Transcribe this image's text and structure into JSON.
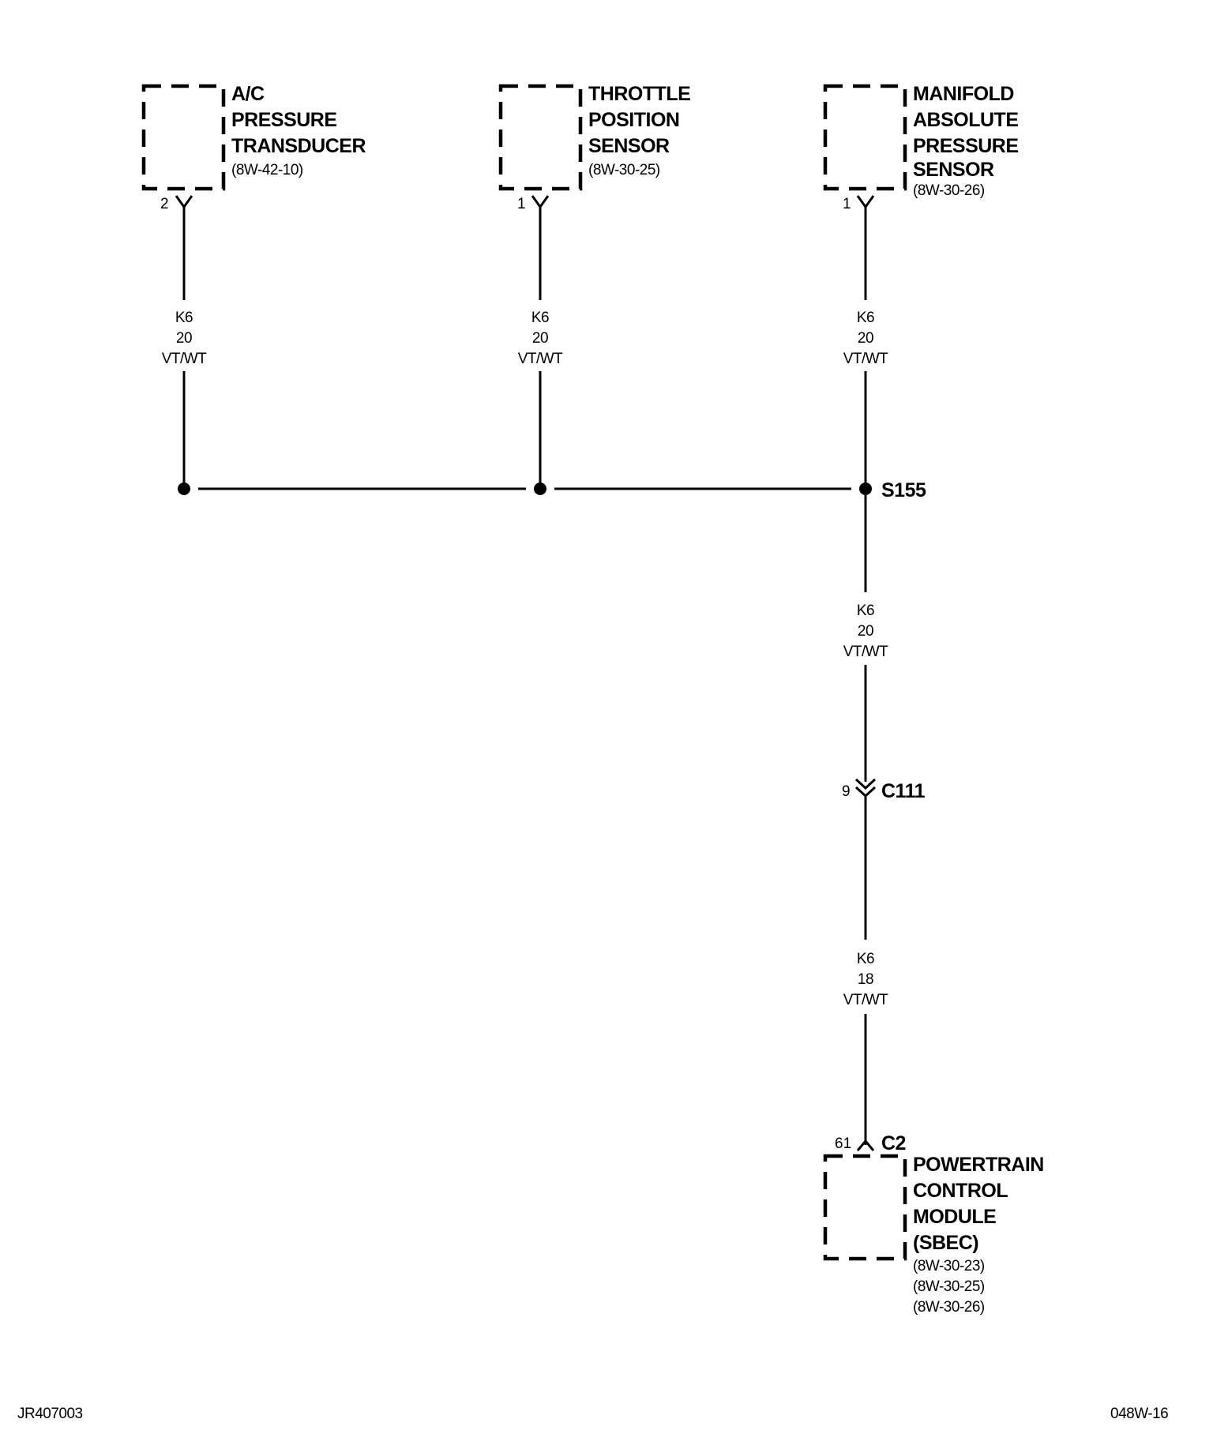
{
  "components": {
    "ac_transducer": {
      "name_lines": [
        "A/C",
        "PRESSURE",
        "TRANSDUCER"
      ],
      "refs": [
        "(8W-42-10)"
      ],
      "pin": "2"
    },
    "throttle_sensor": {
      "name_lines": [
        "THROTTLE",
        "POSITION",
        "SENSOR"
      ],
      "refs": [
        "(8W-30-25)"
      ],
      "pin": "1"
    },
    "map_sensor": {
      "name_lines": [
        "MANIFOLD",
        "ABSOLUTE",
        "PRESSURE",
        "SENSOR"
      ],
      "refs": [
        "(8W-30-26)"
      ],
      "pin": "1"
    },
    "pcm": {
      "name_lines": [
        "POWERTRAIN",
        "CONTROL",
        "MODULE",
        "(SBEC)"
      ],
      "refs": [
        "(8W-30-23)",
        "(8W-30-25)",
        "(8W-30-26)"
      ],
      "pin": "61",
      "connector": "C2"
    }
  },
  "wires": {
    "ac": [
      "K6",
      "20",
      "VT/WT"
    ],
    "tps": [
      "K6",
      "20",
      "VT/WT"
    ],
    "map": [
      "K6",
      "20",
      "VT/WT"
    ],
    "splice_to_c111": [
      "K6",
      "20",
      "VT/WT"
    ],
    "c111_to_pcm": [
      "K6",
      "18",
      "VT/WT"
    ]
  },
  "splice": {
    "label": "S155"
  },
  "inline_connector": {
    "label": "C111",
    "pin": "9"
  },
  "footer": {
    "left": "JR407003",
    "right": "048W-16"
  }
}
